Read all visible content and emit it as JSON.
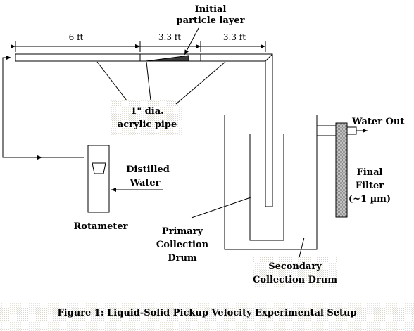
{
  "dimensions": {
    "left_length": "6 ft",
    "middle_length": "3.3 ft",
    "right_length": "3.3 ft"
  },
  "labels": {
    "initial_particle_layer_line1": "Initial",
    "initial_particle_layer_line2": "particle layer",
    "pipe_line1": "1\"  dia.",
    "pipe_line2": "acrylic pipe",
    "distilled_line1": "Distilled",
    "distilled_line2": "Water",
    "rotameter": "Rotameter",
    "primary_line1": "Primary",
    "primary_line2": "Collection",
    "primary_line3": "Drum",
    "secondary_line1": "Secondary",
    "secondary_line2": "Collection Drum",
    "water_out": "Water Out",
    "final_filter_line1": "Final",
    "final_filter_line2": "Filter",
    "final_filter_line3": "(~1 µm)"
  },
  "caption": "Figure 1: Liquid-Solid Pickup Velocity Experimental Setup",
  "colors": {
    "line": "#000000",
    "fill": "#ffffff",
    "particle": "#3a3a3a",
    "filter": "#a8a8a8",
    "halo": "#f1f1ec"
  }
}
